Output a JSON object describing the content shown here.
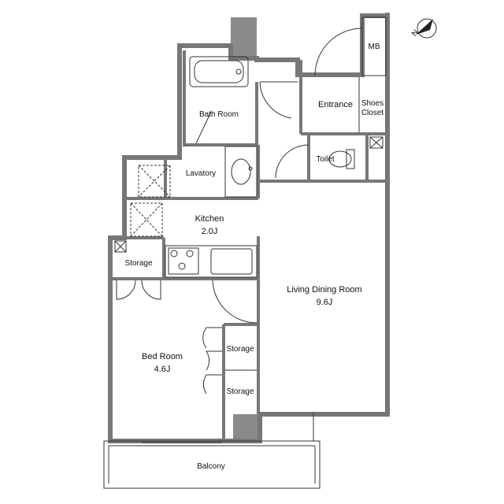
{
  "compass": {
    "letter": "N"
  },
  "rooms": {
    "mb": "MB",
    "entrance": "Entrance",
    "shoes_closet_line1": "Shoes",
    "shoes_closet_line2": "Closet",
    "bath_room": "Bath Room",
    "toilet": "Toilet",
    "lavatory": "Lavatory",
    "kitchen": "Kitchen",
    "kitchen_size": "2.0J",
    "storage_top": "Storage",
    "living_dining_room": "Living Dining Room",
    "living_dining_size": "9.6J",
    "bed_room": "Bed Room",
    "bed_room_size": "4.6J",
    "storage_mid": "Storage",
    "storage_low": "Storage",
    "balcony": "Balcony"
  },
  "colors": {
    "wall": "#777777",
    "pillar": "#8a8a8a",
    "line": "#333333"
  }
}
